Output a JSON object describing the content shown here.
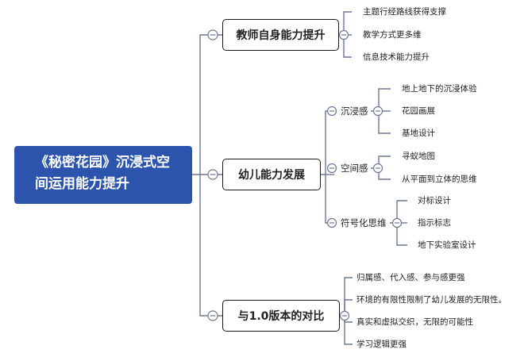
{
  "root": {
    "line1": "《秘密花园》沉浸式空",
    "line2": "间运用能力提升"
  },
  "branch1": {
    "label": "教师自身能力提升",
    "items": [
      "主题行经路线获得支撑",
      "教学方式更多维",
      "信息技术能力提升"
    ]
  },
  "branch2": {
    "label": "幼儿能力发展",
    "groups": [
      {
        "label": "沉浸感",
        "items": [
          "地上地下的沉浸体验",
          "花园画展",
          "基地设计"
        ]
      },
      {
        "label": "空间感",
        "items": [
          "寻蚁地图",
          "从平面到立体的思维"
        ]
      },
      {
        "label": "符号化思维",
        "items": [
          "对标设计",
          "指示标志",
          "地下实验室设计"
        ]
      }
    ]
  },
  "branch3": {
    "label": "与1.0版本的对比",
    "items": [
      "归属感、代入感、参与感更强",
      "环境的有限性限制了幼儿发展的无限性。",
      "真实和虚拟交织，无限的可能性",
      "学习逻辑更强"
    ]
  },
  "colors": {
    "root_bg": "#2c54ad",
    "line": "#6d7891"
  }
}
